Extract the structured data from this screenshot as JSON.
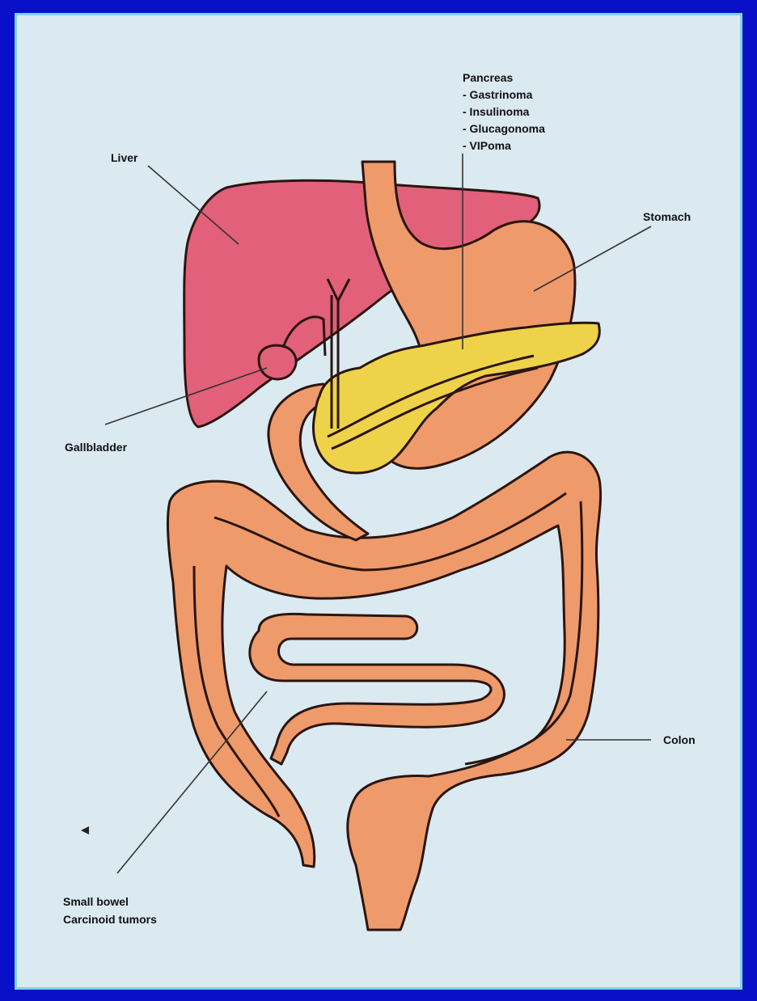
{
  "labels": {
    "liver": "Liver",
    "gallbladder": "Gallbladder",
    "pancreas_title": "Pancreas",
    "pancreas_items": [
      "- Gastrinoma",
      "- Insulinoma",
      "- Glucagonoma",
      "- VIPoma"
    ],
    "stomach": "Stomach",
    "colon": "Colon",
    "small_bowel_line1": "Small bowel",
    "small_bowel_line2": "Carcinoid tumors"
  },
  "colors": {
    "background_border": "#0a10c8",
    "panel": "#dbe9f1",
    "panel_border": "#7fd3df",
    "liver": "#e2607a",
    "stomach": "#ef9a6a",
    "pancreas": "#eed24a",
    "intestine": "#ef9a6a",
    "outline": "#2a1510"
  }
}
